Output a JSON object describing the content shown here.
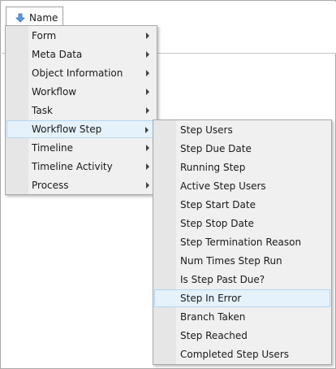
{
  "column_header": {
    "label": "Name",
    "icon": "down-arrow-icon",
    "accent": "#3b7fd6"
  },
  "main_menu": {
    "items": [
      {
        "label": "Form",
        "has_submenu": true
      },
      {
        "label": "Meta Data",
        "has_submenu": true
      },
      {
        "label": "Object Information",
        "has_submenu": true
      },
      {
        "label": "Workflow",
        "has_submenu": true
      },
      {
        "label": "Task",
        "has_submenu": true
      },
      {
        "label": "Workflow Step",
        "has_submenu": true,
        "highlighted": true
      },
      {
        "label": "Timeline",
        "has_submenu": true
      },
      {
        "label": "Timeline Activity",
        "has_submenu": true
      },
      {
        "label": "Process",
        "has_submenu": true
      }
    ]
  },
  "submenu": {
    "items": [
      {
        "label": "Step Users"
      },
      {
        "label": "Step Due Date"
      },
      {
        "label": "Running Step"
      },
      {
        "label": "Active Step Users"
      },
      {
        "label": "Step Start Date"
      },
      {
        "label": "Step Stop Date"
      },
      {
        "label": "Step Termination Reason"
      },
      {
        "label": "Num Times Step Run"
      },
      {
        "label": "Is Step Past Due?"
      },
      {
        "label": "Step In Error",
        "highlighted": true
      },
      {
        "label": "Branch Taken"
      },
      {
        "label": "Step Reached"
      },
      {
        "label": "Completed Step Users"
      }
    ]
  },
  "colors": {
    "menu_background": "#f0f0f0",
    "menu_gutter": "#e6e6e6",
    "highlight_background": "#e5f1fb",
    "highlight_border": "#b4d6f3"
  }
}
